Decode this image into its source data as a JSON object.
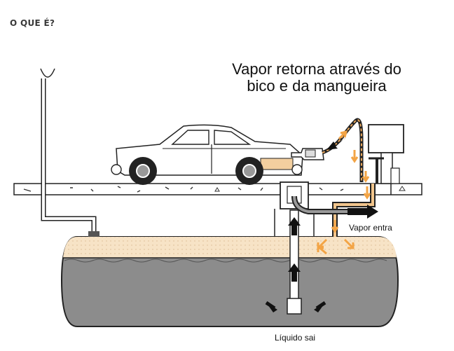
{
  "header": {
    "title": "O QUE É?"
  },
  "diagram": {
    "caption_line1": "Vapor retorna através do",
    "caption_line2": "bico e da mangueira",
    "vapor_in_label": "Vapor entra",
    "liquid_out_label": "Líquido sai"
  },
  "colors": {
    "liquid": "#8c8c8c",
    "vapor_space": "#f7e3c6",
    "vapor_arrow": "#f3a445",
    "flow_arrow": "#111111",
    "line": "#222222"
  },
  "icons": [
    "vent-pipe-icon",
    "car-icon",
    "fuel-dispenser-icon",
    "nozzle-icon",
    "underground-tank-icon"
  ]
}
